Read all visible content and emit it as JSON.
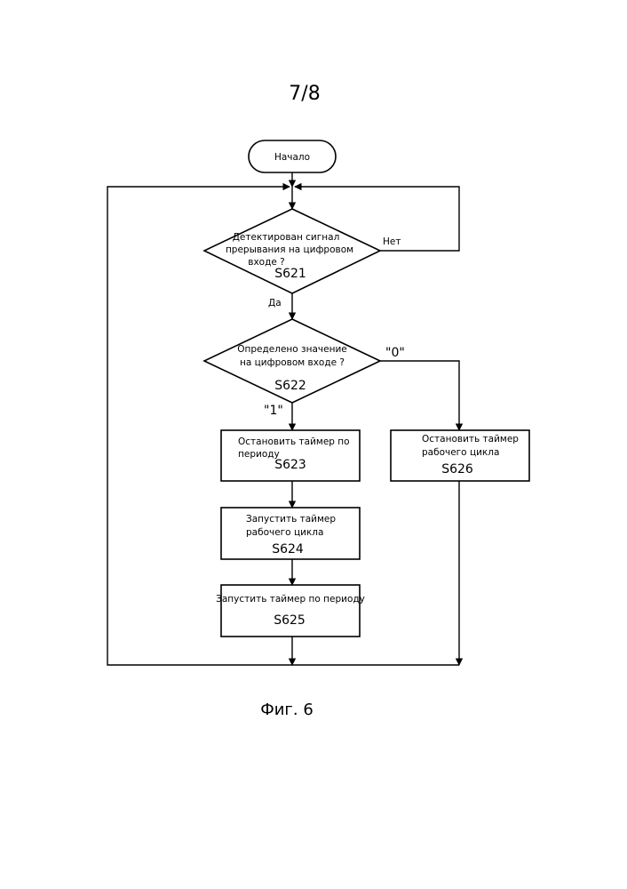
{
  "page": {
    "number": "7/8"
  },
  "figure": {
    "caption": "Фиг. 6"
  },
  "flowchart": {
    "start": {
      "label": "Начало"
    },
    "s621": {
      "lines": [
        "Детектирован сигнал",
        "прерывания на цифровом",
        "входе ?"
      ],
      "code": "S621",
      "no_label": "Нет",
      "yes_label": "Да"
    },
    "s622": {
      "lines": [
        "Определено значение",
        "на цифровом входе ?"
      ],
      "code": "S622",
      "zero_label": "\"0\"",
      "one_label": "\"1\""
    },
    "s623": {
      "lines": [
        "Остановить таймер по",
        "периоду"
      ],
      "code": "S623"
    },
    "s624": {
      "lines": [
        "Запустить таймер",
        "рабочего цикла"
      ],
      "code": "S624"
    },
    "s625": {
      "lines": [
        "Запустить таймер по периоду"
      ],
      "code": "S625"
    },
    "s626": {
      "lines": [
        "Остановить таймер",
        "рабочего цикла"
      ],
      "code": "S626"
    }
  }
}
